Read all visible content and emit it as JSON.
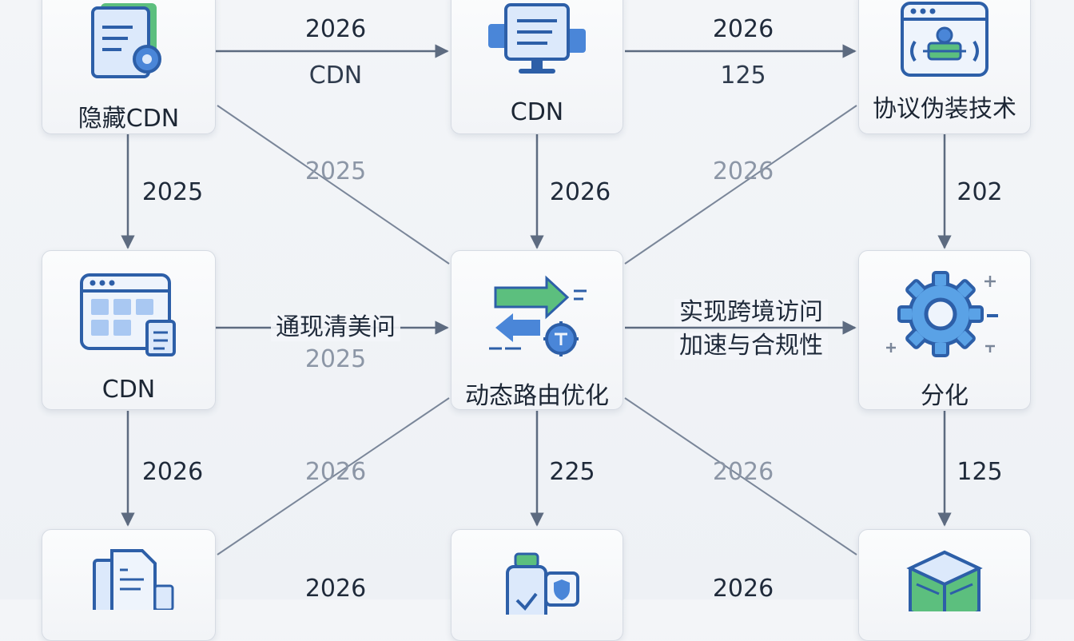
{
  "nodes": {
    "hide_cdn": {
      "label": "隐藏CDN",
      "icon": "document-gear-icon"
    },
    "cdn_top": {
      "label": "CDN",
      "icon": "monitor-document-icon"
    },
    "protocol": {
      "label": "协议伪装技术",
      "icon": "browser-robot-icon"
    },
    "cdn_mid": {
      "label": "CDN",
      "icon": "browser-grid-icon"
    },
    "dynamic": {
      "label": "动态路由优化",
      "icon": "routing-gear-icon"
    },
    "split": {
      "label": "分化",
      "icon": "gear-icon"
    },
    "bottom_left": {
      "label": "",
      "icon": "documents-icon"
    },
    "bottom_mid": {
      "label": "",
      "icon": "bottle-shield-icon"
    },
    "bottom_right": {
      "label": "",
      "icon": "server-cube-icon"
    }
  },
  "edges": {
    "top1": {
      "line1": "2026",
      "line2": "CDN"
    },
    "top2": {
      "line1": "2026",
      "line2": "125"
    },
    "diag_hide_dyn": "2025",
    "diag_prot_dyn": "2026",
    "down_hide": "2025",
    "down_cdn_top": "2026",
    "down_protocol": "202",
    "mid1": {
      "line1": "通现清美问",
      "line2": "2025"
    },
    "mid2": {
      "line1": "实现跨境访问",
      "line2": "加速与合规性"
    },
    "down_cdn_mid": "2026",
    "diag_bl_dyn": "2026",
    "down_dynamic": "225",
    "diag_dyn_br": "2026",
    "down_split": "125",
    "bottom1": "2026",
    "bottom2": "2026"
  },
  "colors": {
    "accent_blue": "#3f7fd6",
    "accent_green": "#4cae6e",
    "arrow": "#5d6b80"
  }
}
